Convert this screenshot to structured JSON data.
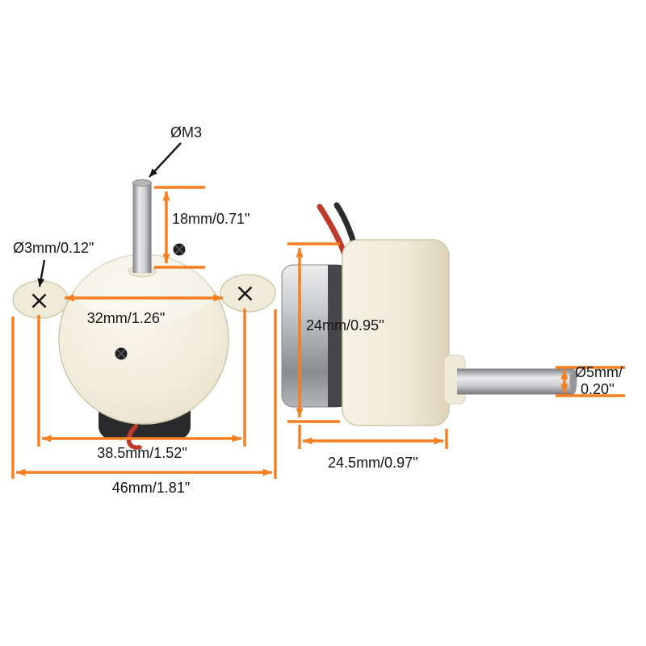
{
  "page": {
    "type": "product-dimension-diagram",
    "background": "#ffffff"
  },
  "colors": {
    "dimension_line": "#F57E20",
    "label_text": "#141414",
    "gearbox_cream": "#F0EBDA",
    "motor_silver": "#C0C1C5",
    "motor_dark": "#2B2B2E",
    "wire_red": "#BF3A2B",
    "shaft_steel": "#B9B9BC"
  },
  "views": {
    "front": {
      "name": "front view of gear motor with output shaft up"
    },
    "side": {
      "name": "side view of gear motor with output shaft right"
    }
  },
  "annotations": {
    "shaft_thread": "ØM3",
    "shaft_length": "18mm/0.71\"",
    "mount_hole_diameter": "Ø3mm/0.12\"",
    "gearbox_diameter": "32mm/1.26\"",
    "mount_hole_spacing": "38.5mm/1.52\"",
    "overall_width": "46mm/1.81\"",
    "body_height": "24mm/0.95''",
    "shaft_diameter_line1": "Ø5mm/",
    "shaft_diameter_line2": "0.20''",
    "body_depth": "24.5mm/0.97''"
  }
}
